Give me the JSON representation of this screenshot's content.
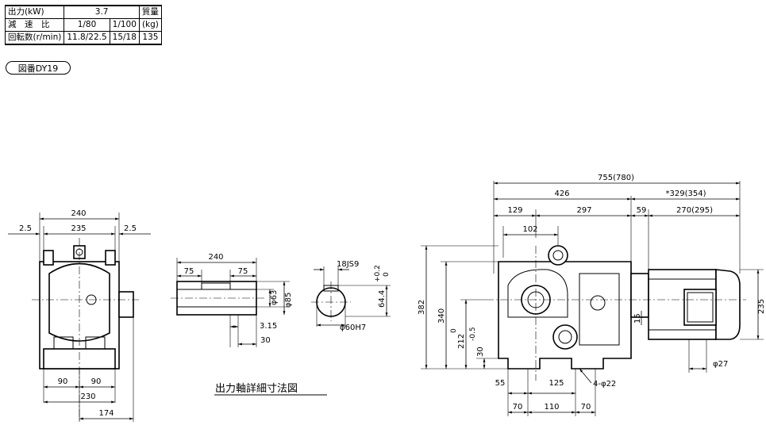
{
  "spec_table": {
    "r1": {
      "label": "出力(kW)",
      "value": "3.7",
      "mass_header": "質量"
    },
    "r2": {
      "label": "減　速　比",
      "v1": "1/80",
      "v2": "1/100",
      "mass_unit": "(kg)"
    },
    "r3": {
      "label": "回転数(r/min)",
      "v1": "11.8/22.5",
      "v2": "15/18",
      "mass": "135"
    }
  },
  "drawing_badge": "図番DY19",
  "shaft_detail_caption": "出力軸詳細寸法図",
  "front_view": {
    "d240": "240",
    "d235": "235",
    "d25_left": "2.5",
    "d25_right": "2.5",
    "d90a": "90",
    "d90b": "90",
    "d230": "230",
    "d174": "174"
  },
  "shaft_section": {
    "d240": "240",
    "d75a": "75",
    "d75b": "75",
    "d63": "φ63",
    "d85": "φ85",
    "d315": "3.15",
    "d30": "30"
  },
  "shaft_end": {
    "key": "18JS9",
    "d644": "64.4",
    "tol_upper": "+0.2",
    "tol_lower": "0",
    "d60": "φ60H7"
  },
  "side_view": {
    "total": "755(780)",
    "d426": "426",
    "motor": "*329(354)",
    "d129": "129",
    "d297": "297",
    "d59": "59",
    "d270": "270(295)",
    "d102": "102",
    "d382": "382",
    "d340": "340",
    "d212": "212",
    "d212_tol_upper": "0",
    "d212_tol_lower": "-0.5",
    "d30": "30",
    "d15": "15",
    "d235": "235",
    "d27": "φ27",
    "d55": "55",
    "d125": "125",
    "holes": "4-φ22",
    "d70a": "70",
    "d110": "110",
    "d70b": "70"
  }
}
